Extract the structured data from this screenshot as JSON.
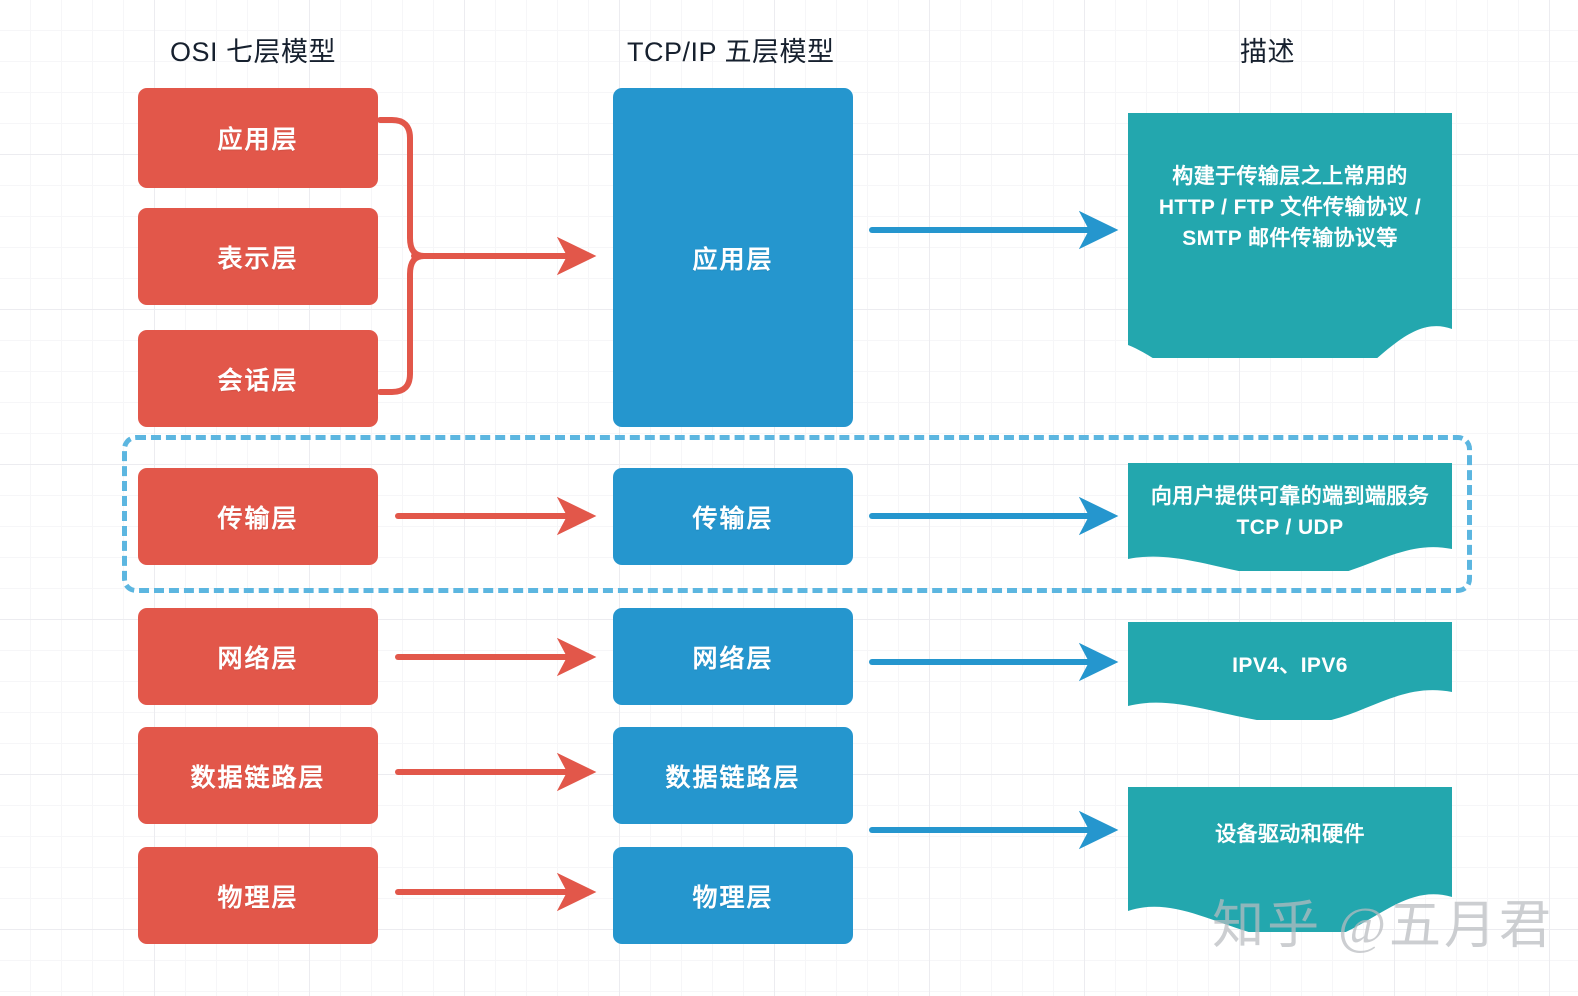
{
  "diagram": {
    "title_columns": [
      {
        "id": "osi",
        "label": "OSI 七层模型"
      },
      {
        "id": "tcpip",
        "label": "TCP/IP 五层模型"
      },
      {
        "id": "desc",
        "label": "描述"
      }
    ],
    "colors": {
      "osi_red": "#e2574a",
      "tcpip_blue": "#2596ce",
      "description_teal": "#23a7ae",
      "dashed_highlight": "#5cb6e0",
      "grid_major": "#ececf0",
      "grid_minor": "#f6f6f8",
      "header_text": "#16202e",
      "watermark": "#b9bcc0"
    },
    "osi_layers": [
      {
        "label": "应用层"
      },
      {
        "label": "表示层"
      },
      {
        "label": "会话层"
      },
      {
        "label": "传输层"
      },
      {
        "label": "网络层"
      },
      {
        "label": "数据链路层"
      },
      {
        "label": "物理层"
      }
    ],
    "tcpip_layers": [
      {
        "label": "应用层"
      },
      {
        "label": "传输层"
      },
      {
        "label": "网络层"
      },
      {
        "label": "数据链路层"
      },
      {
        "label": "物理层"
      }
    ],
    "descriptions": [
      {
        "lines": [
          "构建于传输层之上常用的",
          "HTTP / FTP 文件传输协议 /",
          "SMTP 邮件传输协议等"
        ]
      },
      {
        "lines": [
          "向用户提供可靠的端到端服务",
          "TCP / UDP"
        ]
      },
      {
        "lines": [
          "IPV4、IPV6"
        ]
      },
      {
        "lines": [
          "设备驱动和硬件"
        ]
      }
    ],
    "watermark": "知乎 @五月君"
  }
}
